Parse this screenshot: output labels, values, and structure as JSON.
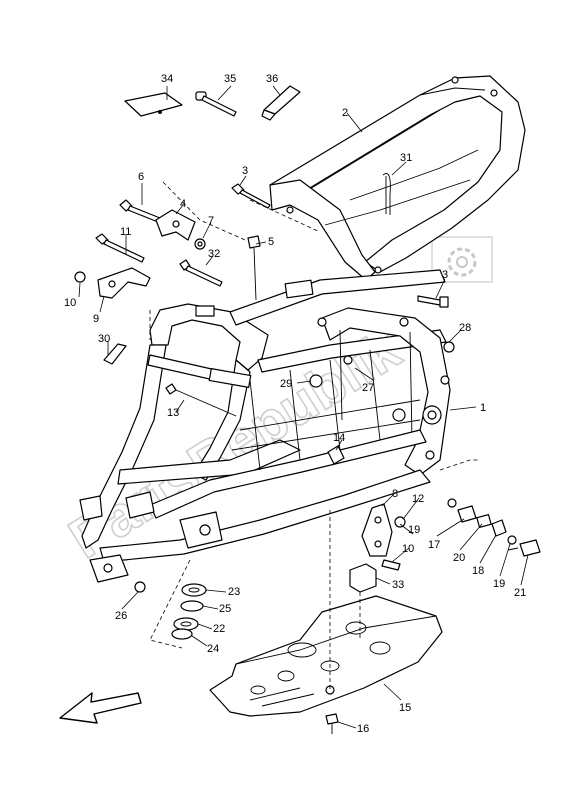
{
  "watermark": {
    "text": "PartsRepublik"
  },
  "labels": {
    "p1": "1",
    "p2": "2",
    "p3a": "3",
    "p3b": "3",
    "p4": "4",
    "p5": "5",
    "p6": "6",
    "p7": "7",
    "p8": "8",
    "p9": "9",
    "p10a": "10",
    "p10b": "10",
    "p11": "11",
    "p12": "12",
    "p13": "13",
    "p14": "14",
    "p15": "15",
    "p16": "16",
    "p17": "17",
    "p18": "18",
    "p19a": "19",
    "p19b": "19",
    "p20": "20",
    "p21": "21",
    "p22": "22",
    "p23": "23",
    "p24": "24",
    "p25": "25",
    "p26": "26",
    "p27": "27",
    "p28": "28",
    "p29": "29",
    "p30": "30",
    "p31": "31",
    "p32": "32",
    "p33": "33",
    "p34": "34",
    "p35": "35",
    "p36": "36"
  }
}
